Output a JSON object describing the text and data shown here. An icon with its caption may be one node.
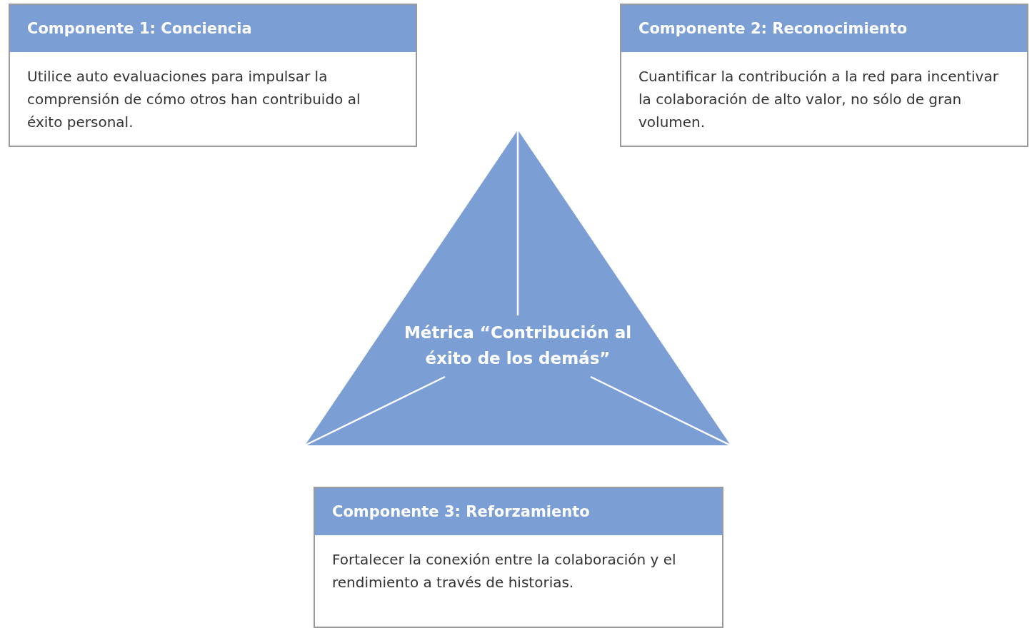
{
  "diagram": {
    "nodes": [
      {
        "text": [
          "Componente 1: Conciencia",
          "Utilice auto evaluaciones para impulsar la comprensión de cómo otros han contribuido al éxito personal."
        ]
      },
      {
        "text": [
          "Componente 2: Reconocimiento",
          "Cuantificar la contribución a la red para incentivar la colaboración de alto valor, no sólo de gran volumen."
        ]
      },
      {
        "text": [
          "Métrica “Contribución al éxito de los demás”"
        ]
      },
      {
        "text": [
          "Componente 3: Reforzamiento",
          "Fortalecer la conexión entre la colaboración y el rendimiento a través de historias."
        ]
      }
    ],
    "edges": []
  }
}
